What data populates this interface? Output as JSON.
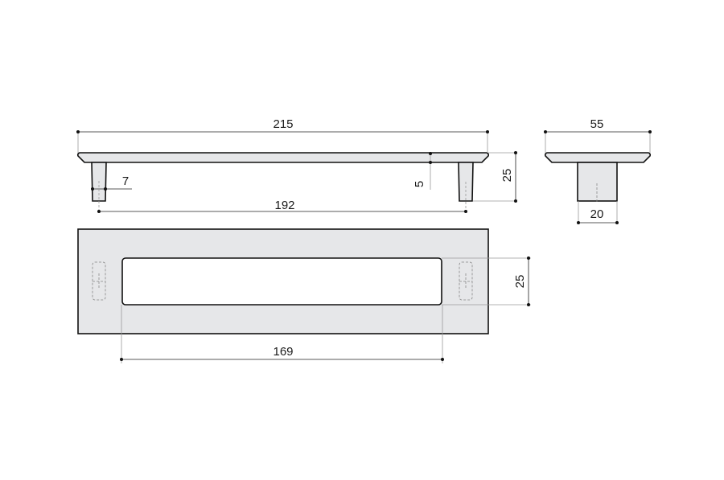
{
  "drawing": {
    "front_view": {
      "overall_length": "215",
      "leg_diameter": "7",
      "bar_thickness": "5",
      "height": "25",
      "hole_spacing": "192"
    },
    "top_view": {
      "slot_width": "25",
      "slot_length": "169"
    },
    "side_view": {
      "overall_depth": "55",
      "leg_width": "20"
    },
    "colors": {
      "part_fill": "#e6e7e9",
      "outline": "#111111",
      "dimension": "#222222"
    }
  }
}
